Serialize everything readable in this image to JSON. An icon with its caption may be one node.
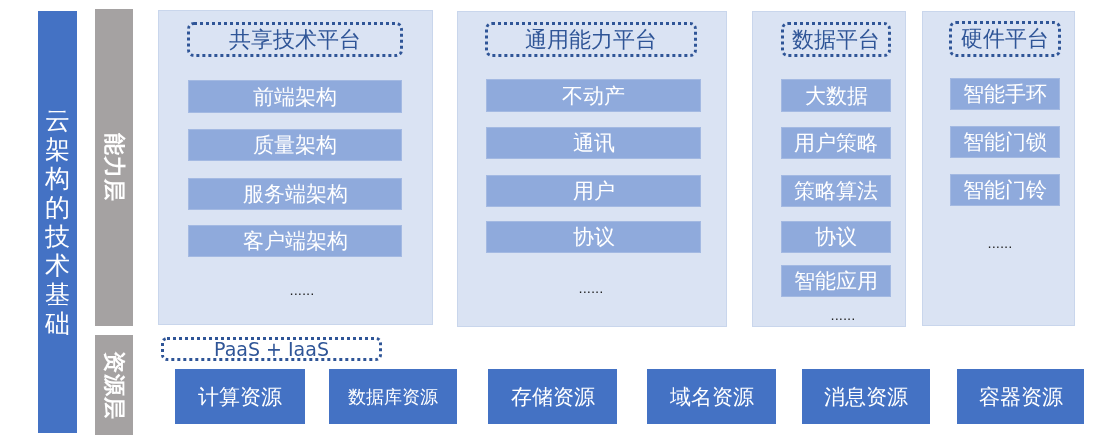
{
  "diagram": {
    "nodes": [
      {
        "text": [
          "云架构的技术基础"
        ]
      },
      {
        "text": [
          "能力层"
        ]
      },
      {
        "text": [
          "资源层"
        ]
      },
      {
        "text": [],
        "shape": "box"
      },
      {
        "text": [
          "共享技术平台"
        ],
        "in": 3
      },
      {
        "text": [
          "前端架构"
        ],
        "in": 3
      },
      {
        "text": [
          "质量架构"
        ],
        "in": 3
      },
      {
        "text": [
          "服务端架构"
        ],
        "in": 3
      },
      {
        "text": [
          "客户端架构"
        ],
        "in": 3
      },
      {
        "text": [],
        "shape": "box"
      },
      {
        "text": [
          "通用能力平台"
        ],
        "in": 9
      },
      {
        "text": [
          "不动产"
        ],
        "in": 9
      },
      {
        "text": [
          "通讯"
        ],
        "in": 9
      },
      {
        "text": [
          "用户"
        ],
        "in": 9
      },
      {
        "text": [
          "协议"
        ],
        "in": 9
      },
      {
        "text": [],
        "shape": "box"
      },
      {
        "text": [
          "数据平台"
        ],
        "in": 15
      },
      {
        "text": [
          "大数据"
        ],
        "in": 15
      },
      {
        "text": [
          "用户策略"
        ],
        "in": 15
      },
      {
        "text": [
          "策略算法"
        ],
        "in": 15
      },
      {
        "text": [
          "协议"
        ],
        "in": 15
      },
      {
        "text": [
          "智能应用"
        ],
        "in": 15
      },
      {
        "text": [],
        "shape": "box"
      },
      {
        "text": [
          "硬件平台"
        ],
        "in": 22
      },
      {
        "text": [
          "智能手环"
        ],
        "in": 22
      },
      {
        "text": [
          "智能门锁"
        ],
        "in": 22
      },
      {
        "text": [
          "智能门铃"
        ],
        "in": 22
      },
      {
        "text": [
          "PaaS + IaaS"
        ]
      },
      {
        "text": [
          "计算资源"
        ]
      },
      {
        "text": [
          "数据库资源"
        ]
      },
      {
        "text": [
          "存储资源"
        ]
      },
      {
        "text": [
          "域名资源"
        ]
      },
      {
        "text": [
          "消息资源"
        ]
      },
      {
        "text": [
          "容器资源"
        ]
      }
    ],
    "labels": [
      "......",
      "......",
      "......",
      "......"
    ]
  }
}
